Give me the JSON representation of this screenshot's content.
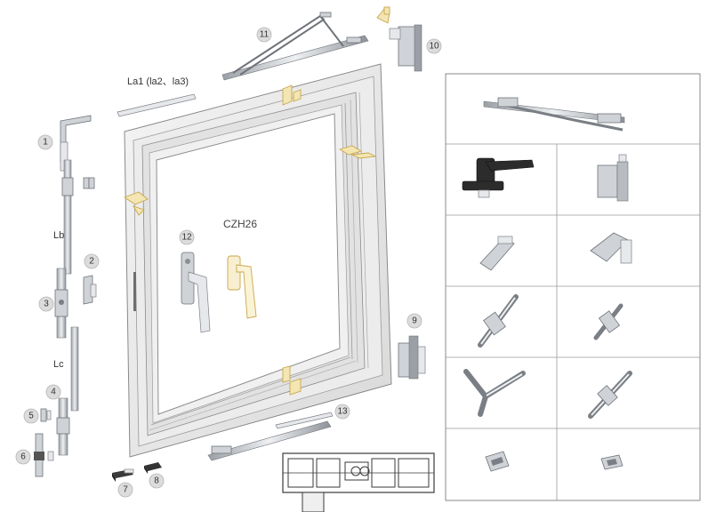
{
  "labels": {
    "la": "La1 (la2、la3)",
    "lb": "Lb",
    "lc": "Lc",
    "handle_model": "CZH26"
  },
  "callouts": [
    "1",
    "2",
    "3",
    "4",
    "5",
    "6",
    "7",
    "8",
    "9",
    "10",
    "11",
    "12",
    "13"
  ]
}
